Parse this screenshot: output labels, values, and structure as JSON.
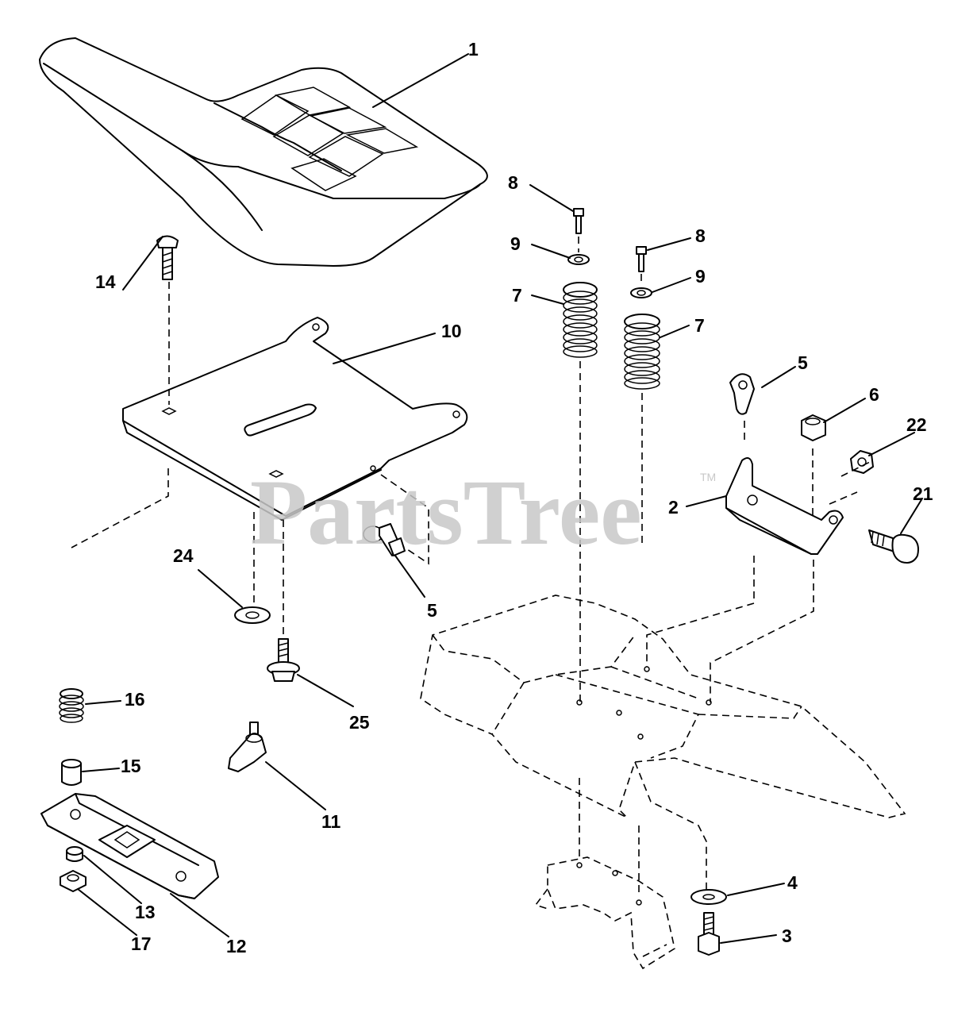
{
  "watermark": {
    "text": "PartsTree",
    "tm": "TM"
  },
  "callouts": [
    {
      "id": "c1",
      "label": "1"
    },
    {
      "id": "c8a",
      "label": "8"
    },
    {
      "id": "c9a",
      "label": "9"
    },
    {
      "id": "c7a",
      "label": "7"
    },
    {
      "id": "c8b",
      "label": "8"
    },
    {
      "id": "c9b",
      "label": "9"
    },
    {
      "id": "c7b",
      "label": "7"
    },
    {
      "id": "c14",
      "label": "14"
    },
    {
      "id": "c10",
      "label": "10"
    },
    {
      "id": "c5a",
      "label": "5"
    },
    {
      "id": "c6",
      "label": "6"
    },
    {
      "id": "c22",
      "label": "22"
    },
    {
      "id": "c2",
      "label": "2"
    },
    {
      "id": "c21",
      "label": "21"
    },
    {
      "id": "c24",
      "label": "24"
    },
    {
      "id": "c5b",
      "label": "5"
    },
    {
      "id": "c16",
      "label": "16"
    },
    {
      "id": "c25",
      "label": "25"
    },
    {
      "id": "c15",
      "label": "15"
    },
    {
      "id": "c11",
      "label": "11"
    },
    {
      "id": "c13",
      "label": "13"
    },
    {
      "id": "c17",
      "label": "17"
    },
    {
      "id": "c12",
      "label": "12"
    },
    {
      "id": "c4",
      "label": "4"
    },
    {
      "id": "c3",
      "label": "3"
    }
  ]
}
